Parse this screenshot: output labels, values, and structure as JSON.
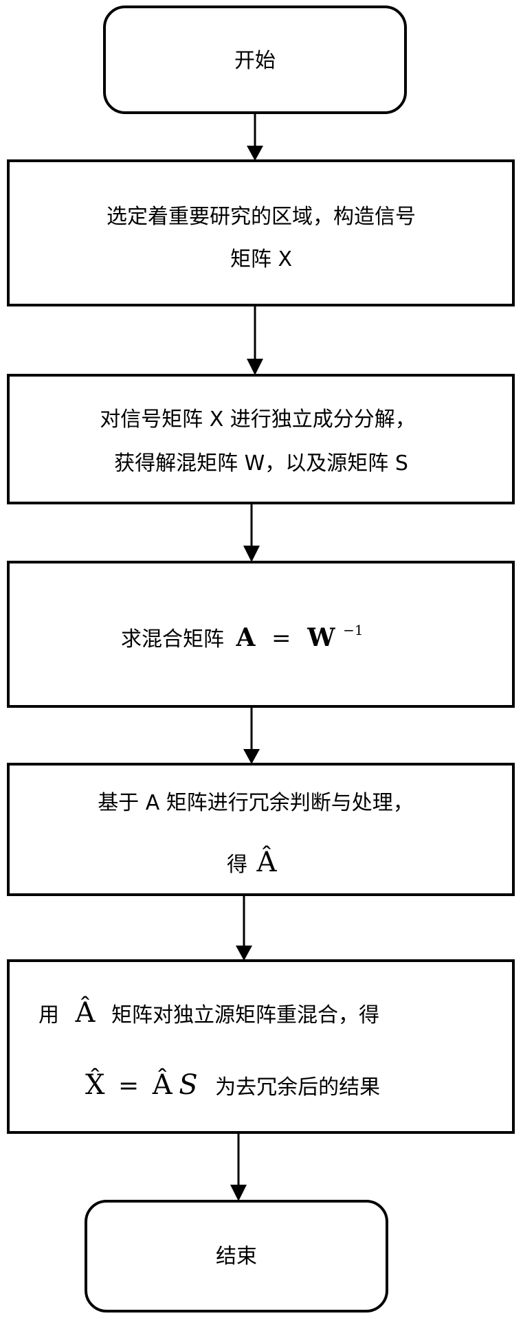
{
  "nodes": {
    "start": {
      "text": "开始"
    },
    "step1": {
      "line1": "选定着重要研究的区域，构造信号",
      "line2": "矩阵 X"
    },
    "step2": {
      "line1": "对信号矩阵 X 进行独立成分分解，",
      "line2": "获得解混矩阵 W，以及源矩阵 S"
    },
    "step3": {
      "prefix": "求混合矩阵",
      "lhs": "A",
      "equals": "=",
      "rhs": "W",
      "exponent": "−1"
    },
    "step4": {
      "line1": "基于 A 矩阵进行冗余判断与处理，",
      "line2_prefix": "得",
      "line2_math": "Â"
    },
    "step5": {
      "line1_prefix": "用",
      "line1_math": "Â",
      "line1_suffix": "矩阵对独立源矩阵重混合，得",
      "line2_lhs": "X̂",
      "line2_equals": "=",
      "line2_rhs_a": "Â",
      "line2_rhs_s": "S",
      "line2_suffix": "为去冗余后的结果"
    },
    "end": {
      "text": "结束"
    }
  }
}
